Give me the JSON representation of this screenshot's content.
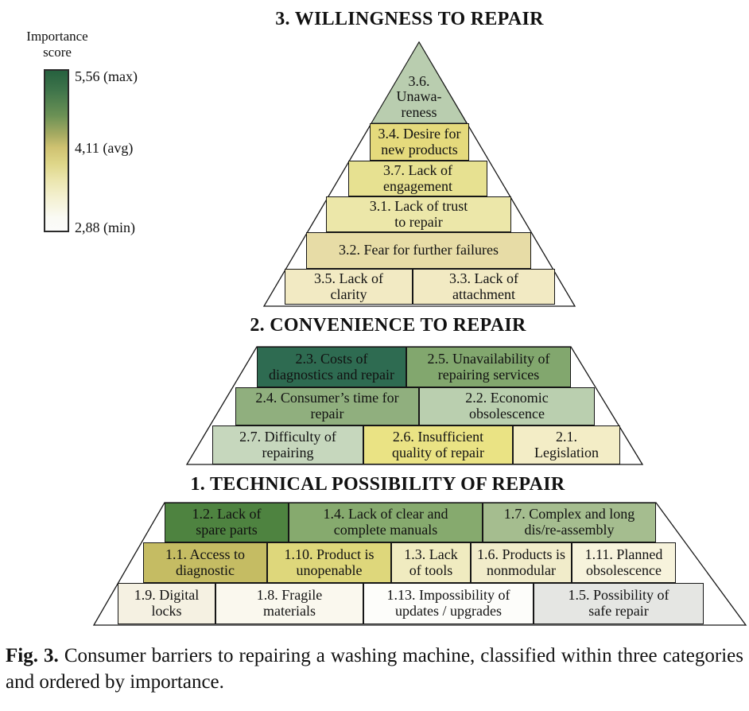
{
  "legend": {
    "title": "Importance\nscore",
    "max_label": "5,56 (max)",
    "avg_label": "4,11 (avg)",
    "min_label": "2,88 (min)",
    "scale_colors": {
      "top_max": "#26613f",
      "mid_avg": "#cfc271",
      "bottom_min": "#fbfbfa"
    }
  },
  "pyramids": {
    "p3": {
      "title": "3. WILLINGNESS TO REPAIR",
      "blocks": {
        "b36": {
          "label": "3.6.\nUnawa-\nreness",
          "color": "#b9cdaf"
        },
        "b34": {
          "label": "3.4. Desire for\nnew products",
          "color": "#e5da7c"
        },
        "b37": {
          "label": "3.7. Lack of\nengagement",
          "color": "#e7e191"
        },
        "b31": {
          "label": "3.1. Lack of trust\nto repair",
          "color": "#ece7a9"
        },
        "b32": {
          "label": "3.2. Fear for further failures",
          "color": "#e7dca6"
        },
        "b35": {
          "label": "3.5. Lack of\nclarity",
          "color": "#f2eac3"
        },
        "b33": {
          "label": "3.3. Lack of\nattachment",
          "color": "#f2eac3"
        }
      }
    },
    "p2": {
      "title": "2. CONVENIENCE TO REPAIR",
      "blocks": {
        "b23": {
          "label": "2.3. Costs of\ndiagnostics and repair",
          "color": "#2e6b51"
        },
        "b25": {
          "label": "2.5. Unavailability of\nrepairing services",
          "color": "#82a76e"
        },
        "b24": {
          "label": "2.4. Consumer’s time for\nrepair",
          "color": "#90af7e"
        },
        "b22": {
          "label": "2.2. Economic\nobsolescence",
          "color": "#bacfaf"
        },
        "b27": {
          "label": "2.7. Difficulty of\nrepairing",
          "color": "#c6d7bd"
        },
        "b26": {
          "label": "2.6. Insufficient\nquality of repair",
          "color": "#eae384"
        },
        "b21": {
          "label": "2.1.\nLegislation",
          "color": "#f3edc6"
        }
      }
    },
    "p1": {
      "title": "1. TECHNICAL POSSIBILITY OF REPAIR",
      "blocks": {
        "b12": {
          "label": "1.2. Lack of\nspare parts",
          "color": "#4e8340"
        },
        "b14": {
          "label": "1.4. Lack of clear and\ncomplete manuals",
          "color": "#86aa6e"
        },
        "b17": {
          "label": "1.7. Complex and long\ndis/re-assembly",
          "color": "#a5bd8f"
        },
        "b11": {
          "label": "1.1. Access to\ndiagnostic",
          "color": "#c5bc63"
        },
        "b110": {
          "label": "1.10. Product is\nunopenable",
          "color": "#ded77b"
        },
        "b13": {
          "label": "1.3. Lack\nof tools",
          "color": "#f0ebc0"
        },
        "b16": {
          "label": "1.6. Products is\nnonmodular",
          "color": "#f1ecca"
        },
        "b111": {
          "label": "1.11. Planned\nobsolescence",
          "color": "#f7f3dc"
        },
        "b19": {
          "label": "1.9. Digital\nlocks",
          "color": "#f5f1e2"
        },
        "b18": {
          "label": "1.8. Fragile\nmaterials",
          "color": "#faf8ee"
        },
        "b113": {
          "label": "1.13. Impossibility of\nupdates / upgrades",
          "color": "#fdfdfa"
        },
        "b15": {
          "label": "1.5. Possibility of\nsafe repair",
          "color": "#e5e6e3"
        }
      }
    }
  },
  "caption": {
    "label": "Fig. 3.",
    "text": "Consumer barriers to repairing a washing machine, classified within three categories and ordered by importance."
  },
  "chart_data": {
    "type": "pyramid",
    "title": "Consumer barriers to repairing a washing machine",
    "legend": {
      "label": "Importance score",
      "max": 5.56,
      "avg": 4.11,
      "min": 2.88,
      "note": "color scale from dark green (max) through yellow (avg) to white (min)"
    },
    "categories": [
      {
        "name": "3. WILLINGNESS TO REPAIR",
        "barriers_most_to_least_important": [
          "3.6. Unawareness",
          "3.4. Desire for new products",
          "3.7. Lack of engagement",
          "3.1. Lack of trust to repair",
          "3.2. Fear for further failures",
          "3.5. Lack of clarity",
          "3.3. Lack of attachment"
        ]
      },
      {
        "name": "2. CONVENIENCE TO REPAIR",
        "barriers_most_to_least_important": [
          "2.3. Costs of diagnostics and repair",
          "2.5. Unavailability of repairing services",
          "2.4. Consumer’s time for repair",
          "2.2. Economic obsolescence",
          "2.7. Difficulty of repairing",
          "2.6. Insufficient quality of repair",
          "2.1. Legislation"
        ]
      },
      {
        "name": "1. TECHNICAL POSSIBILITY OF REPAIR",
        "barriers_most_to_least_important": [
          "1.2. Lack of spare parts",
          "1.4. Lack of clear and complete manuals",
          "1.7. Complex and long dis/re-assembly",
          "1.1. Access to diagnostic",
          "1.10. Product is unopenable",
          "1.3. Lack of tools",
          "1.6. Products is nonmodular",
          "1.11. Planned obsolescence",
          "1.9. Digital locks",
          "1.8. Fragile materials",
          "1.13. Impossibility of updates / upgrades",
          "1.5. Possibility of safe repair"
        ]
      }
    ]
  }
}
